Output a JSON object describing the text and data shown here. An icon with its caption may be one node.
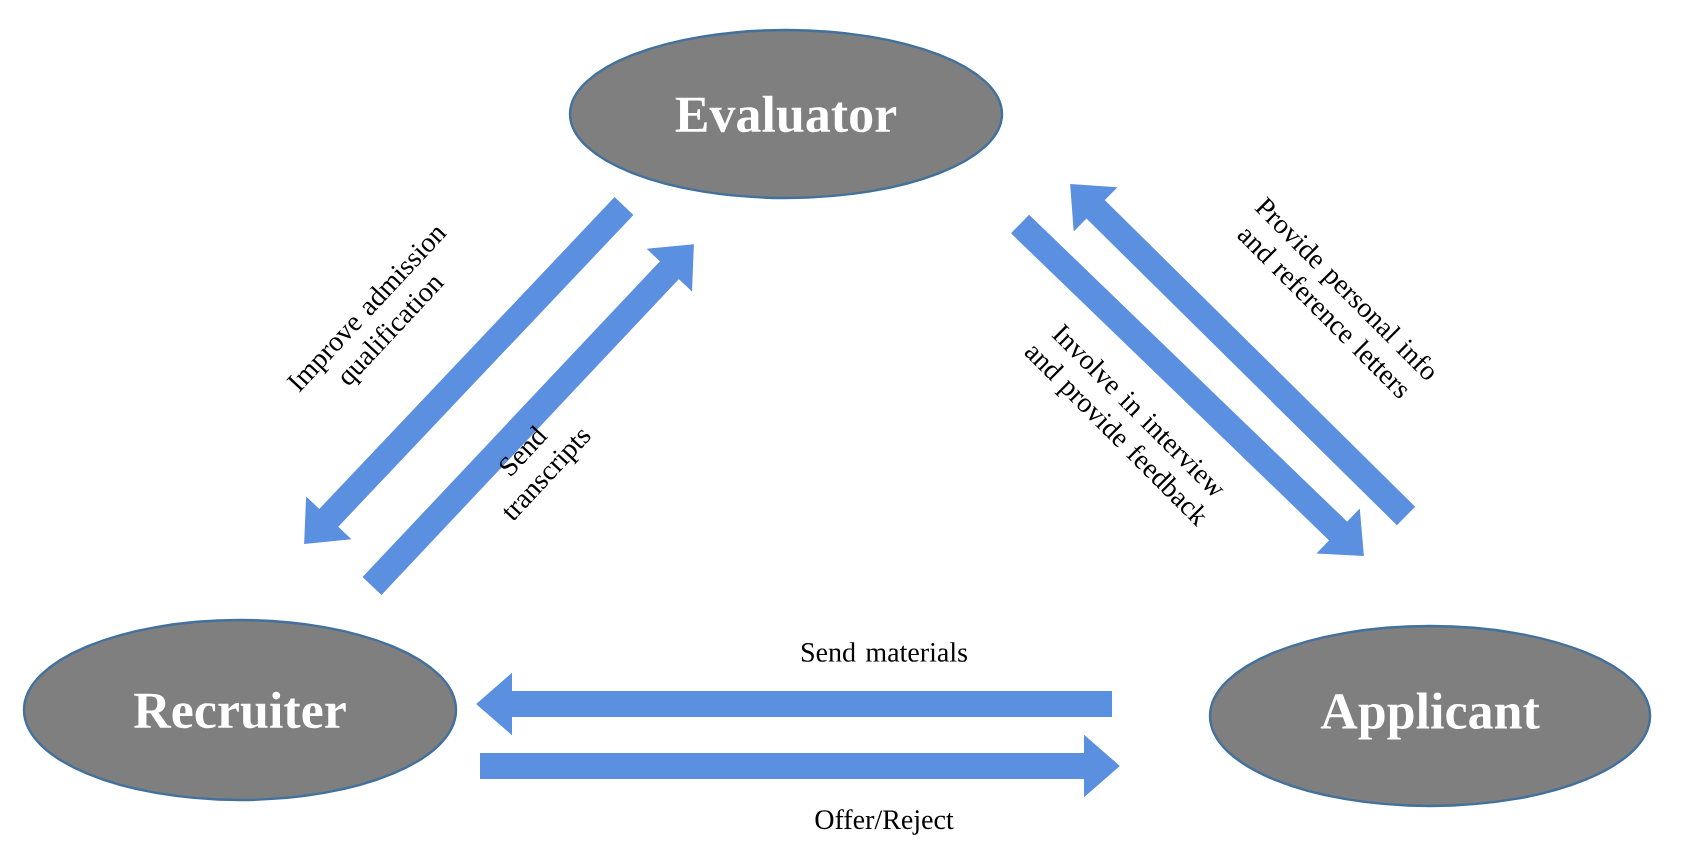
{
  "diagram": {
    "nodes": [
      {
        "text": [
          "Evaluator"
        ]
      },
      {
        "text": [
          "Recruiter"
        ]
      },
      {
        "text": [
          "Applicant"
        ]
      }
    ],
    "edges": [
      {
        "from": 0,
        "to": 1,
        "arrow": "to",
        "label": "Improve admission qualification"
      },
      {
        "from": 1,
        "to": 0,
        "arrow": "to",
        "label": "Send transcripts"
      },
      {
        "from": 2,
        "to": 0,
        "arrow": "to",
        "label": "Provide personal info and reference letters"
      },
      {
        "from": 0,
        "to": 2,
        "arrow": "to",
        "label": "Involve in interview and provide feedback"
      },
      {
        "from": 2,
        "to": 1,
        "arrow": "to",
        "label": "Send materials"
      },
      {
        "from": 1,
        "to": 2,
        "arrow": "to",
        "label": "Offer/Reject"
      }
    ]
  }
}
